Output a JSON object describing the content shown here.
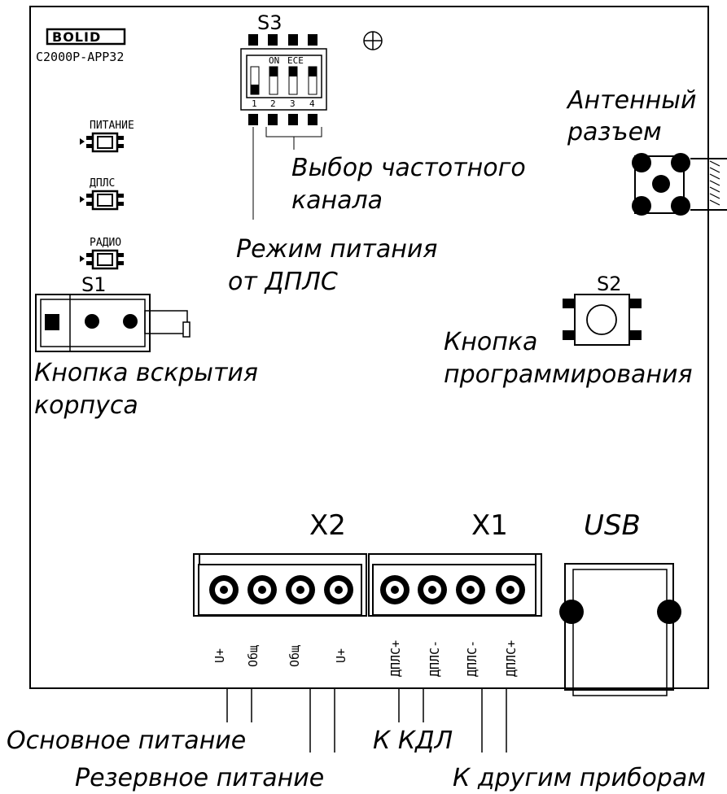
{
  "brand": {
    "logo_text": "BOLID",
    "model": "С2000Р-АРР32"
  },
  "switch_s3": {
    "ref": "S3",
    "on_label": "ON",
    "ece_label": "ECE",
    "positions": [
      "1",
      "2",
      "3",
      "4"
    ]
  },
  "leds": [
    {
      "label": "ПИТАНИЕ"
    },
    {
      "label": "ДПЛС"
    },
    {
      "label": "РАДИО"
    }
  ],
  "tamper": {
    "ref": "S1",
    "caption_line1": "Кнопка вскрытия",
    "caption_line2": "корпуса"
  },
  "freq_select": {
    "line1": "Выбор частотного",
    "line2": "канала"
  },
  "power_mode": {
    "line1": "Режим питания",
    "line2": "от ДПЛС"
  },
  "antenna": {
    "line1": "Антенный",
    "line2": "разъем"
  },
  "program_button": {
    "ref": "S2",
    "line1": "Кнопка",
    "line2": "программирования"
  },
  "connectors": {
    "x2": {
      "ref": "X2",
      "pins": [
        "U+",
        "Общ",
        "Общ",
        "U+"
      ]
    },
    "x1": {
      "ref": "X1",
      "pins": [
        "ДПЛС+",
        "ДПЛС-",
        "ДПЛС-",
        "ДПЛС+"
      ]
    },
    "usb": {
      "ref": "USB"
    }
  },
  "bottom_labels": {
    "main_power": "Основное питание",
    "backup_power": "Резервное питание",
    "kdl": "К КДЛ",
    "other_devices": "К другим приборам"
  }
}
